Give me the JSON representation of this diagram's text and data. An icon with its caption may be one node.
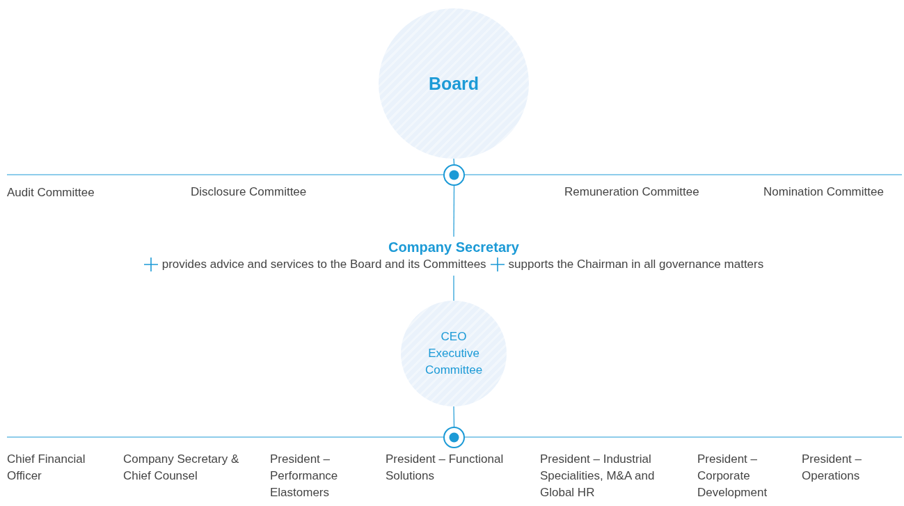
{
  "diagram": {
    "nodes": [
      {
        "text": [
          "Board"
        ]
      },
      {
        "text": [],
        "shape": "circle"
      },
      {
        "text": [
          "Company Secretary",
          "provides advice and services to the Board and its Committees",
          "supports the Chairman in all governance matters"
        ]
      },
      {
        "text": [
          "CEO Executive Committee"
        ]
      },
      {
        "text": [],
        "shape": "circle"
      }
    ],
    "edges": [
      {
        "from": 0,
        "to": 1,
        "arrow": "none"
      },
      {
        "from": 1,
        "to": 2,
        "arrow": "none"
      },
      {
        "from": 2,
        "to": 3,
        "arrow": "none"
      },
      {
        "from": 3,
        "to": 4,
        "arrow": "none"
      }
    ],
    "labels": [
      "Audit Committee",
      "Disclosure Committee",
      "Remuneration Committee",
      "Nomination Committee",
      "Chief Financial Officer",
      "Company Secretary & Chief Counsel",
      "President – Performance Elastomers",
      "President – Functional Solutions",
      "President – Industrial Specialities, M&A and Global HR",
      "President – Corporate Development",
      "President – Operations"
    ]
  }
}
